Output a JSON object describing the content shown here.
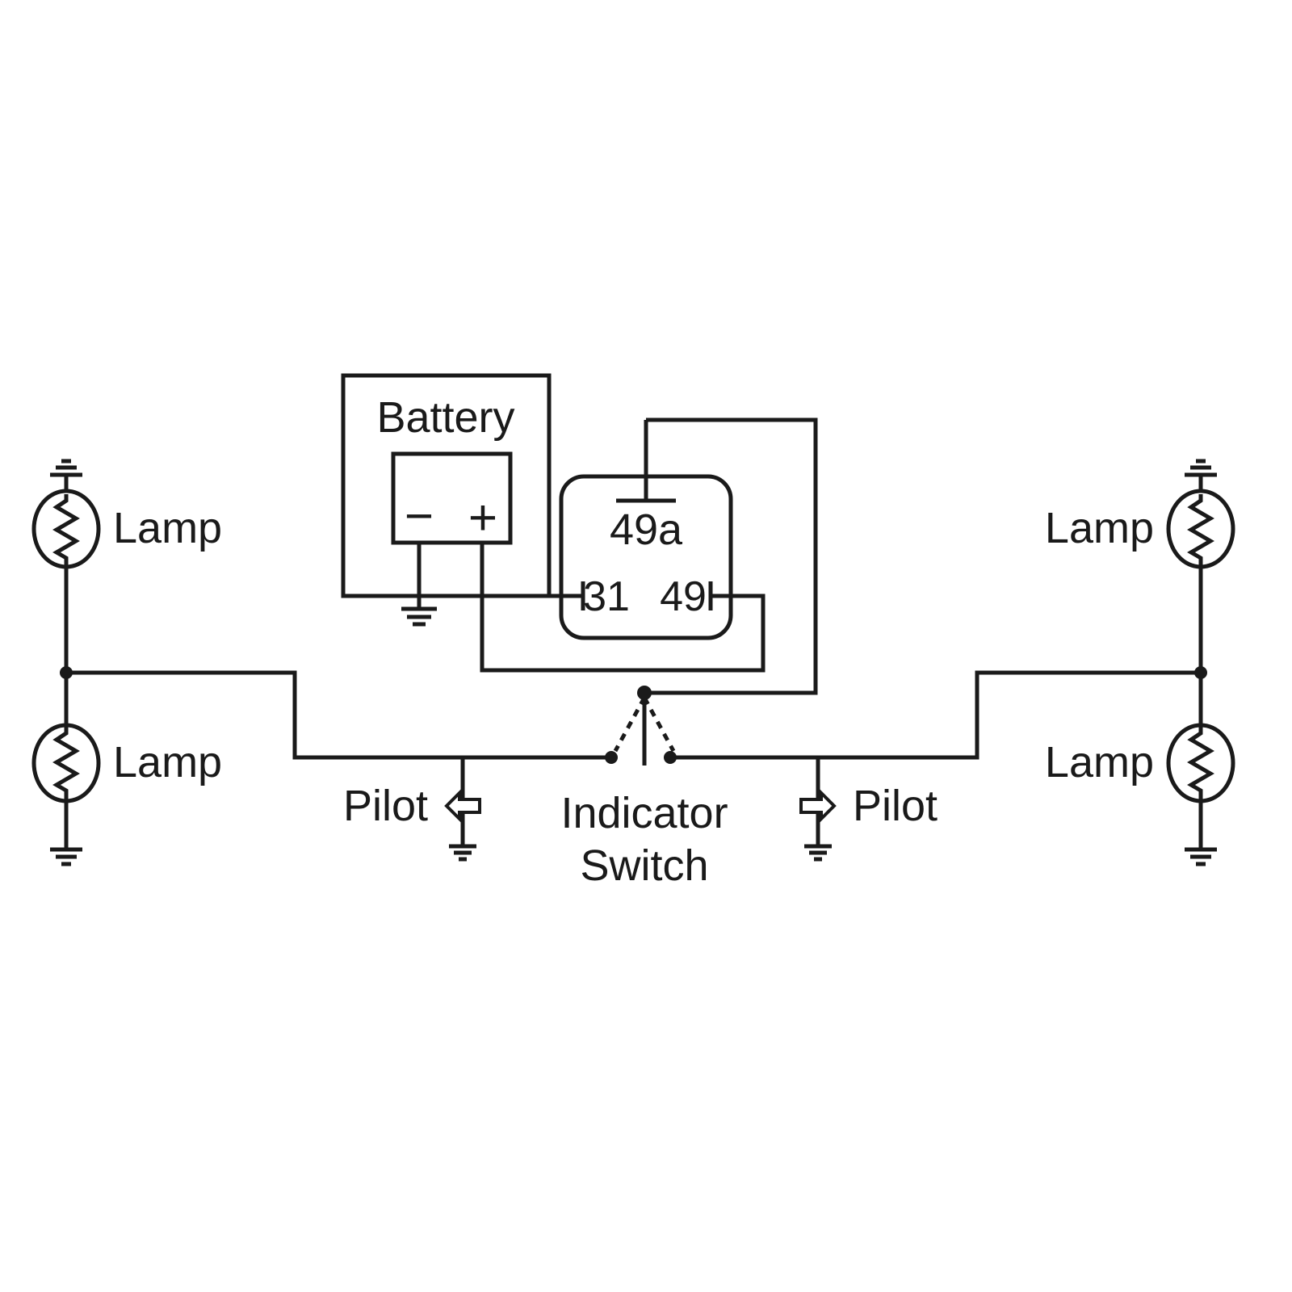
{
  "canvas": {
    "background": "#ffffff",
    "line_color": "#1a1a1a"
  },
  "battery": {
    "label": "Battery",
    "minus": "−",
    "plus": "+"
  },
  "relay": {
    "terminal_49a": "49a",
    "terminal_31": "31",
    "terminal_49": "49"
  },
  "lamps": [
    {
      "id": "top-left",
      "label": "Lamp"
    },
    {
      "id": "bottom-left",
      "label": "Lamp"
    },
    {
      "id": "top-right",
      "label": "Lamp"
    },
    {
      "id": "bottom-right",
      "label": "Lamp"
    }
  ],
  "pilots": {
    "left_label": "Pilot",
    "right_label": "Pilot"
  },
  "indicator_switch": {
    "label_line1": "Indicator",
    "label_line2": "Switch"
  }
}
